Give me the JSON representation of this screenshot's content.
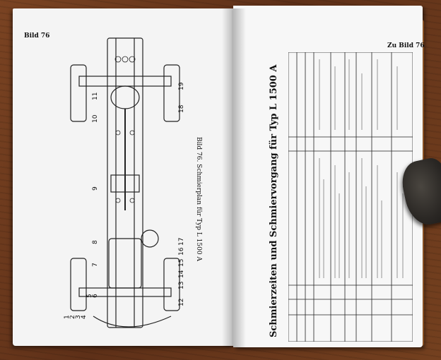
{
  "left_page": {
    "label": "Bild 76",
    "caption": "Bild 76. Schmierplan für Typ L 1500 A",
    "bottom_numbers": [
      "1",
      "2",
      "3",
      "4",
      "5",
      "6",
      "7",
      "8",
      "9",
      "10",
      "11"
    ],
    "top_numbers": [
      "12",
      "13",
      "14",
      "15",
      "16",
      "17",
      "18",
      "19"
    ]
  },
  "right_page": {
    "label": "Zu Bild 76",
    "title": "Schmierzeiten und Schmiervorgang für Typ L 1500 A"
  },
  "colors": {
    "wood": "#6b3a1f",
    "paper": "#f4f4f4",
    "page_edge": "#d9823a"
  }
}
